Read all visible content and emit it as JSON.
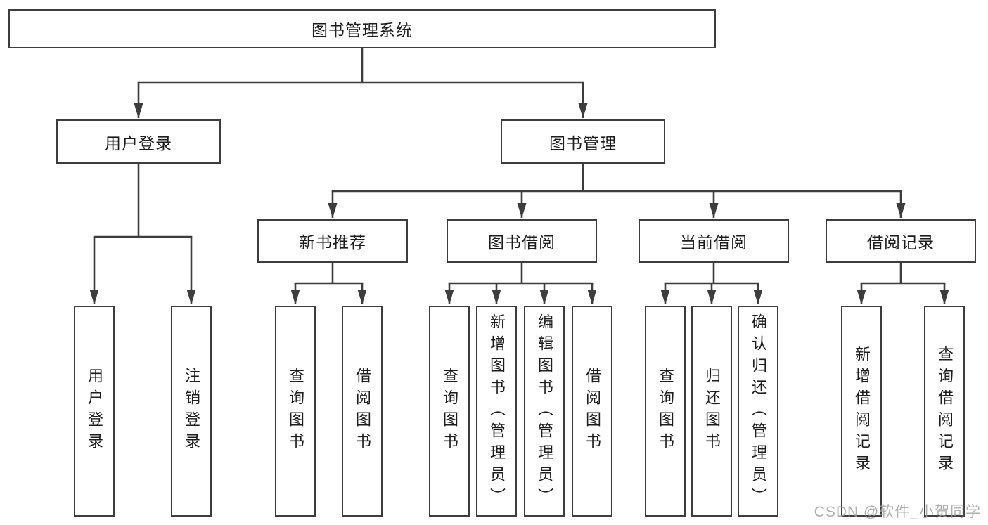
{
  "diagram": {
    "title": "图书管理系统",
    "branches": {
      "user_login": "用户登录",
      "book_management": "图书管理"
    },
    "modules": {
      "new_book_recommend": "新书推荐",
      "book_borrow": "图书借阅",
      "current_borrow": "当前借阅",
      "borrow_records": "借阅记录"
    },
    "leaves": {
      "user": [
        "用户登录",
        "注销登录"
      ],
      "recommend": [
        "查询图书",
        "借阅图书"
      ],
      "borrow": [
        "查询图书",
        "新增图书（管理员）",
        "编辑图书（管理员）",
        "借阅图书"
      ],
      "current": [
        "查询图书",
        "归还图书",
        "确认归还（管理员）"
      ],
      "records": [
        "新增借阅记录",
        "查询借阅记录"
      ]
    },
    "watermark": "CSDN @软件_小贺同学",
    "colors": {
      "line": "#3d3d3d",
      "text": "#1d1d1d",
      "background": "#ffffff",
      "watermark": "#9e9e9e"
    }
  }
}
